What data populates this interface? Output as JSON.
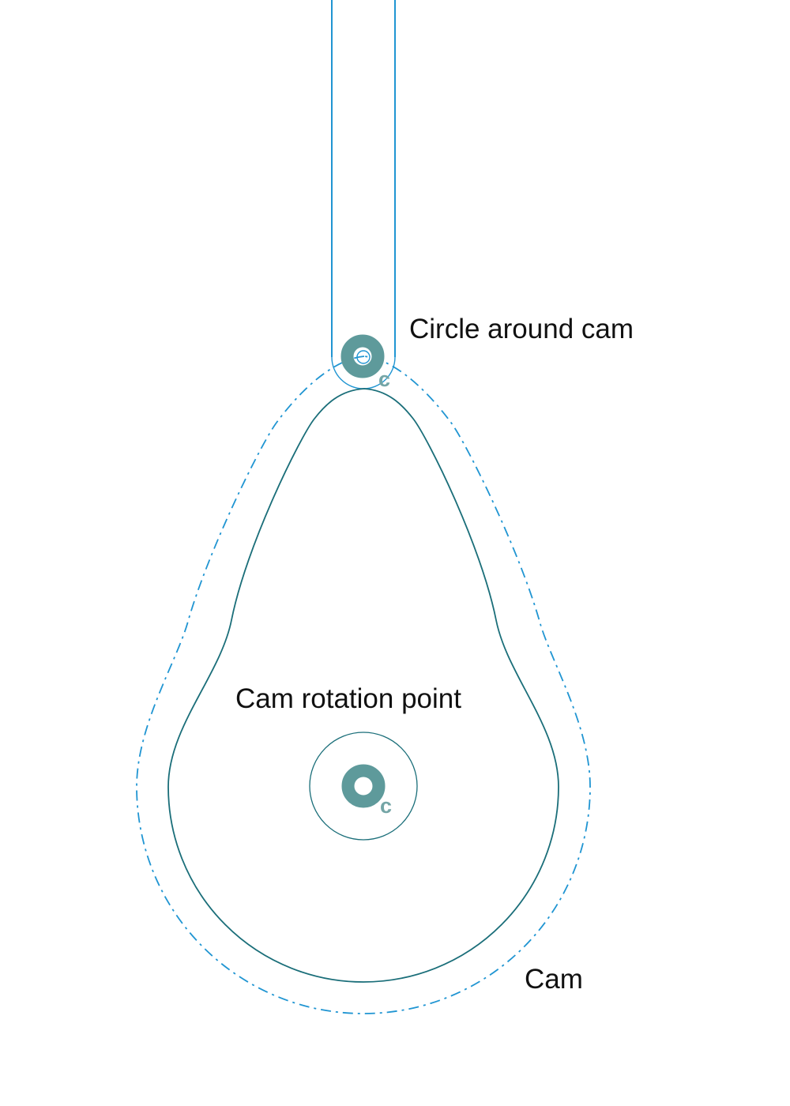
{
  "colors": {
    "background": "#ffffff",
    "line_blue": "#2095d2",
    "line_teal_dark": "#1a6e79",
    "marker_teal": "#5e9a9b",
    "marker_subscript": "#74a5a6",
    "label_text": "#111111"
  },
  "annotations": {
    "circle_around_cam": "Circle around cam",
    "cam_rotation_point": "Cam rotation point",
    "cam": "Cam"
  },
  "markers": {
    "subscript": "c"
  }
}
